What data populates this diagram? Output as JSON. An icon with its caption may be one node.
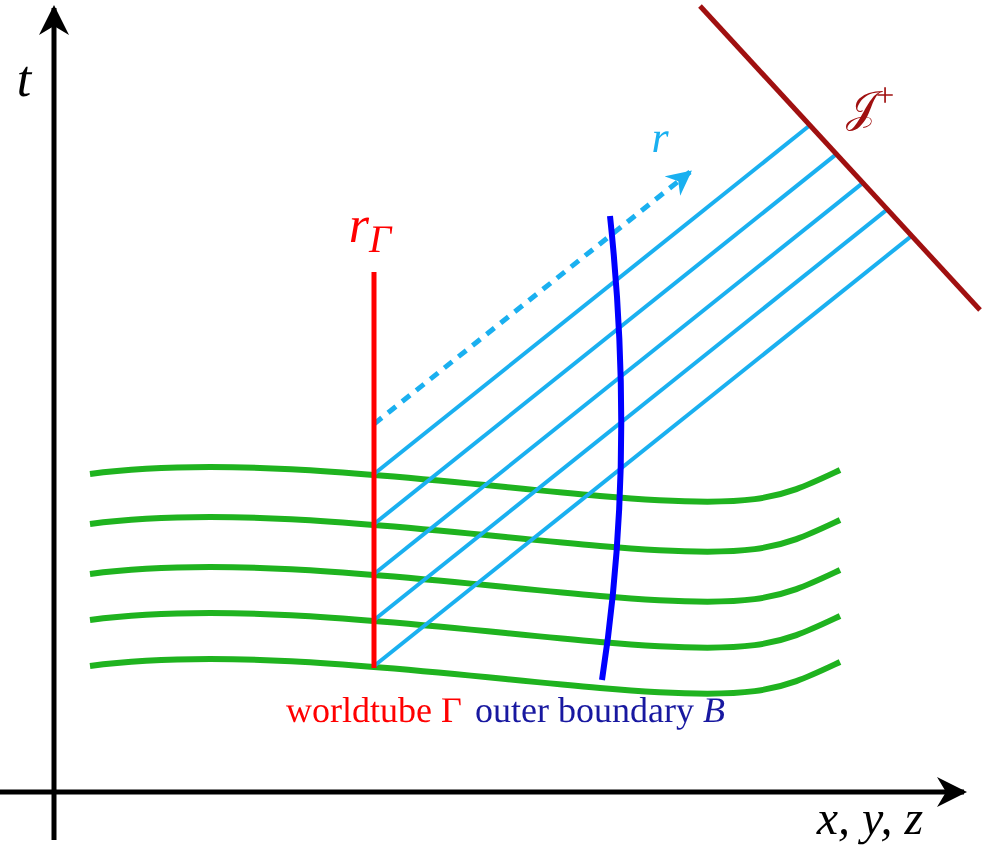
{
  "diagram": {
    "labels": [
      "t",
      "x, y, z",
      "*r*$_{Γ}$",
      "r",
      "𝒥$^{+}$",
      "worldtube Γ",
      "outer boundary *B*"
    ]
  }
}
